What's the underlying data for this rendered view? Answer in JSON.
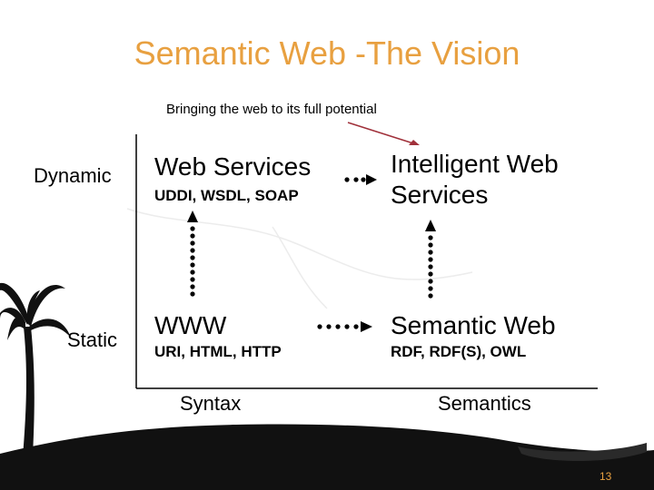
{
  "slide": {
    "title": "Semantic Web -The Vision",
    "subtitle": "Bringing the web to its full potential",
    "page_number": "13"
  },
  "axes": {
    "y_labels": {
      "dynamic": "Dynamic",
      "static": "Static"
    },
    "x_labels": {
      "syntax": "Syntax",
      "semantics": "Semantics"
    }
  },
  "cells": {
    "web_services": {
      "title": "Web Services",
      "technologies": "UDDI, WSDL, SOAP"
    },
    "intelligent_web_services": {
      "title": "Intelligent Web Services"
    },
    "www": {
      "title": "WWW",
      "technologies": "URI, HTML, HTTP"
    },
    "semantic_web": {
      "title": "Semantic Web",
      "technologies": "RDF, RDF(S), OWL"
    }
  },
  "colors": {
    "title": "#e8a040",
    "subtitle_arrow": "#a0303a",
    "silhouette": "#111111",
    "page_number": "#e8a040"
  },
  "icons": [
    "palm-tree-silhouette-icon",
    "canoe-silhouette-icon"
  ]
}
